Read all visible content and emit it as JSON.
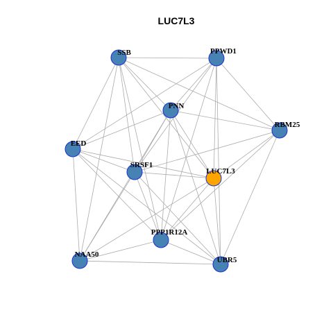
{
  "title": "LUC7L3",
  "colors": {
    "node_fill": "#4682B4",
    "node_stroke": "#1a2fd6",
    "focus_fill": "#FFA500",
    "edge": "#ababab",
    "background": "#ffffff"
  },
  "focus_node": "LUC7L3",
  "nodes": [
    {
      "id": "SSB",
      "label": "SSB"
    },
    {
      "id": "PPWD1",
      "label": "PPWD1"
    },
    {
      "id": "PNN",
      "label": "PNN"
    },
    {
      "id": "RBM25",
      "label": "RBM25"
    },
    {
      "id": "EED",
      "label": "EED"
    },
    {
      "id": "SRSF1",
      "label": "SRSF1"
    },
    {
      "id": "LUC7L3",
      "label": "LUC7L3"
    },
    {
      "id": "PPP1R12A",
      "label": "PPP1R12A"
    },
    {
      "id": "NAA50",
      "label": "NAA50"
    },
    {
      "id": "UBR5",
      "label": "UBR5"
    }
  ],
  "edges": [
    [
      "SSB",
      "PPWD1"
    ],
    [
      "SSB",
      "PNN"
    ],
    [
      "SSB",
      "RBM25"
    ],
    [
      "SSB",
      "LUC7L3"
    ],
    [
      "SSB",
      "SRSF1"
    ],
    [
      "SSB",
      "PPP1R12A"
    ],
    [
      "SSB",
      "NAA50"
    ],
    [
      "SSB",
      "EED"
    ],
    [
      "PPWD1",
      "PNN"
    ],
    [
      "PPWD1",
      "RBM25"
    ],
    [
      "PPWD1",
      "LUC7L3"
    ],
    [
      "PPWD1",
      "SRSF1"
    ],
    [
      "PPWD1",
      "PPP1R12A"
    ],
    [
      "PPWD1",
      "UBR5"
    ],
    [
      "PPWD1",
      "EED"
    ],
    [
      "PNN",
      "RBM25"
    ],
    [
      "PNN",
      "LUC7L3"
    ],
    [
      "PNN",
      "SRSF1"
    ],
    [
      "PNN",
      "PPP1R12A"
    ],
    [
      "PNN",
      "UBR5"
    ],
    [
      "PNN",
      "EED"
    ],
    [
      "PNN",
      "NAA50"
    ],
    [
      "RBM25",
      "LUC7L3"
    ],
    [
      "RBM25",
      "SRSF1"
    ],
    [
      "RBM25",
      "PPP1R12A"
    ],
    [
      "RBM25",
      "UBR5"
    ],
    [
      "EED",
      "SRSF1"
    ],
    [
      "EED",
      "LUC7L3"
    ],
    [
      "EED",
      "PPP1R12A"
    ],
    [
      "EED",
      "UBR5"
    ],
    [
      "EED",
      "NAA50"
    ],
    [
      "SRSF1",
      "LUC7L3"
    ],
    [
      "SRSF1",
      "PPP1R12A"
    ],
    [
      "SRSF1",
      "UBR5"
    ],
    [
      "SRSF1",
      "NAA50"
    ],
    [
      "LUC7L3",
      "PPP1R12A"
    ],
    [
      "LUC7L3",
      "UBR5"
    ],
    [
      "LUC7L3",
      "NAA50"
    ],
    [
      "PPP1R12A",
      "UBR5"
    ],
    [
      "PPP1R12A",
      "NAA50"
    ],
    [
      "NAA50",
      "UBR5"
    ]
  ]
}
